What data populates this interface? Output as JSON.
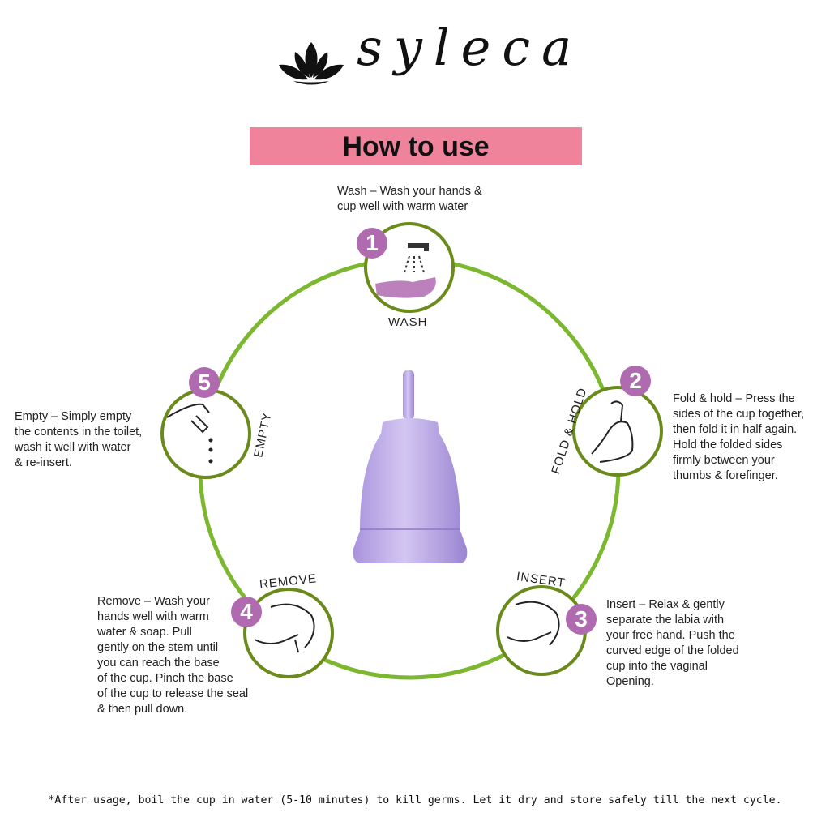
{
  "brand": {
    "name": "syleca"
  },
  "banner": {
    "title": "How to use"
  },
  "steps": [
    {
      "number": "1",
      "label": "WASH",
      "description": "Wash – Wash your hands &\ncup well with warm water"
    },
    {
      "number": "2",
      "label": "FOLD & HOLD",
      "description": "Fold & hold – Press the\nsides of the cup together,\nthen fold it in half again.\nHold the folded sides\nfirmly between your\nthumbs & forefinger."
    },
    {
      "number": "3",
      "label": "INSERT",
      "description": "Insert – Relax & gently\nseparate the labia with\nyour free hand. Push the\ncurved edge of the folded\ncup into the vaginal\nOpening."
    },
    {
      "number": "4",
      "label": "REMOVE",
      "description": "Remove – Wash your\nhands well with warm\nwater & soap. Pull\ngently on the stem until\nyou can reach the base\nof the cup. Pinch the base\nof the cup to release the seal\n& then pull down."
    },
    {
      "number": "5",
      "label": "EMPTY",
      "description": "Empty – Simply empty\nthe contents in the toilet,\nwash it well with water\n& re-insert."
    }
  ],
  "footer": {
    "note": "*After usage, boil the cup in water (5-10 minutes) to kill germs. Let it dry and store safely till the next cycle."
  },
  "colors": {
    "banner": "#f0839c",
    "ring": "#7cb82f",
    "badge": "#b06bb0",
    "cup": "#b7a3e3"
  }
}
